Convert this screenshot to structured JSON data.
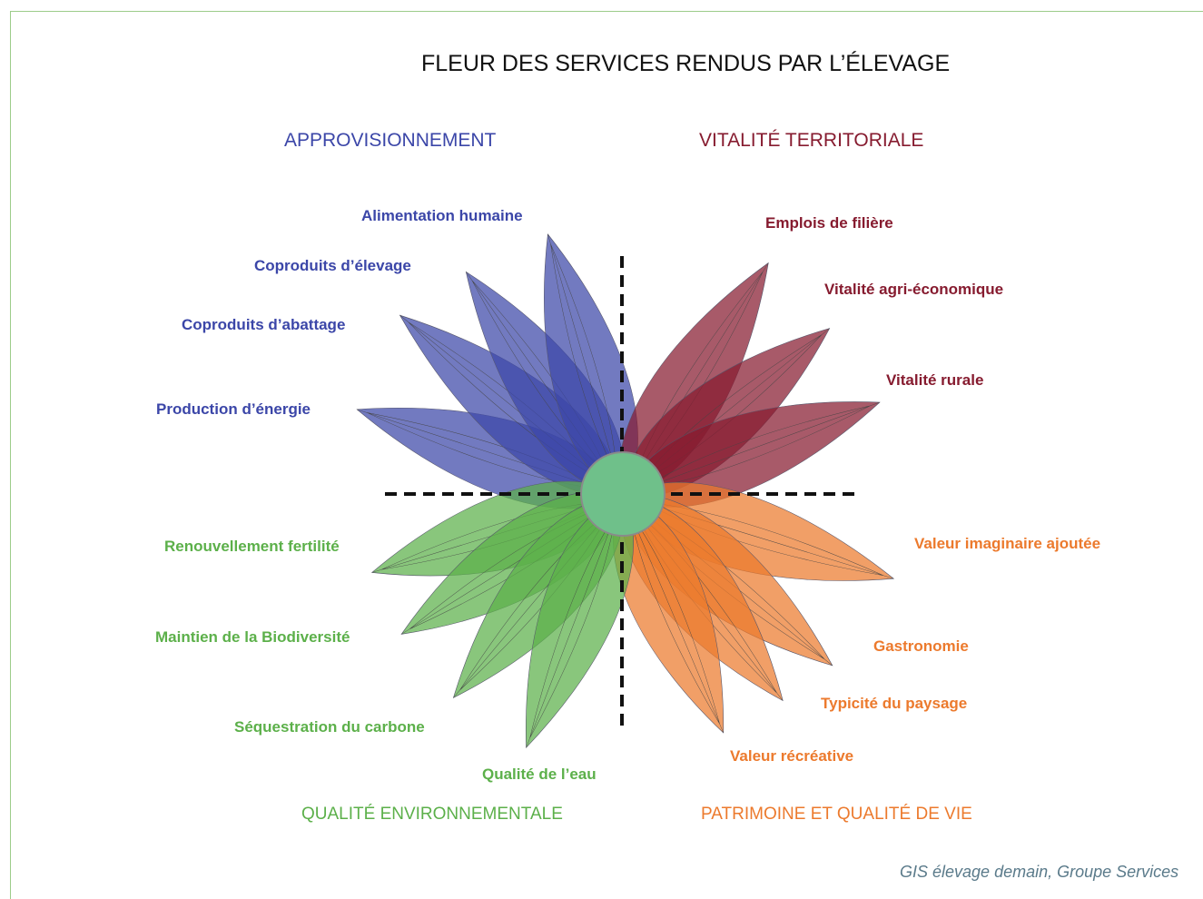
{
  "title": "FLEUR DES SERVICES RENDUS PAR L’ÉLEVAGE",
  "source": "GIS élevage demain, Groupe Services",
  "colors": {
    "approvisionnement": "#3b46a8",
    "vitalite": "#861b2f",
    "environnement": "#5cb04a",
    "patrimoine": "#ec7a2d",
    "center": "#6fc08a"
  },
  "quadrants": {
    "approvisionnement": {
      "title": "APPROVISIONNEMENT",
      "petals": [
        "Alimentation humaine",
        "Coproduits d’élevage",
        "Coproduits d’abattage",
        "Production d’énergie"
      ]
    },
    "vitalite": {
      "title": "VITALITÉ TERRITORIALE",
      "petals": [
        "Emplois de filière",
        "Vitalité agri-économique",
        "Vitalité rurale"
      ]
    },
    "environnement": {
      "title": "QUALITÉ ENVIRONNEMENTALE",
      "petals": [
        "Renouvellement fertilité",
        "Maintien de la Biodiversité",
        "Séquestration du carbone",
        "Qualité de l’eau"
      ]
    },
    "patrimoine": {
      "title": "PATRIMOINE ET QUALITÉ DE VIE",
      "petals": [
        "Valeur imaginaire ajoutée",
        "Gastronomie",
        "Typicité du paysage",
        "Valeur récréative"
      ]
    }
  }
}
